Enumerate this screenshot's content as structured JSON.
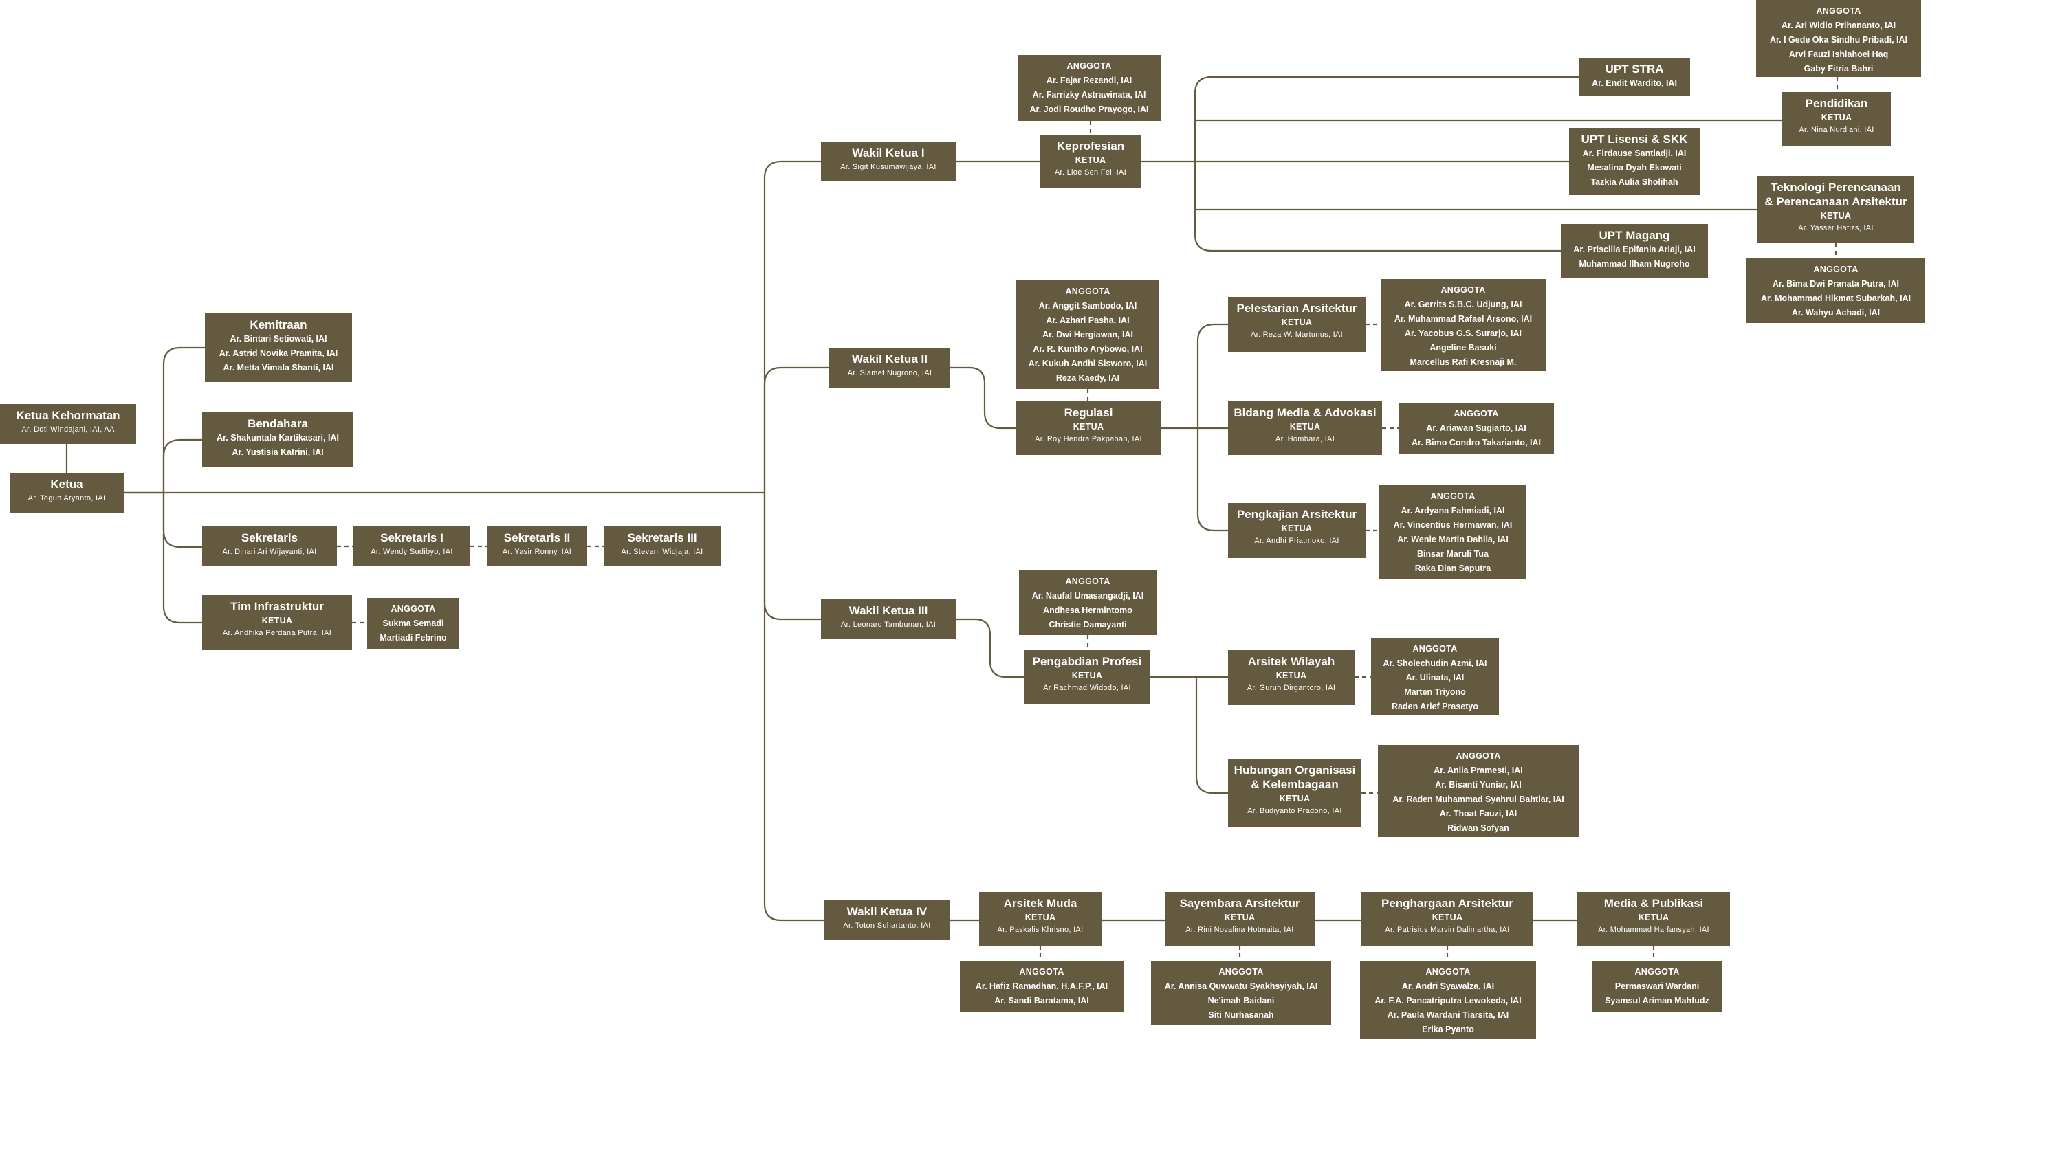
{
  "colors": {
    "box": "#645a3f",
    "line": "#645a3f",
    "text": "#ffffff",
    "background": "#ffffff"
  },
  "labels": {
    "ketua": "KETUA",
    "anggota": "ANGGOTA"
  },
  "units": {
    "ketua_kehormatan": {
      "title": "Ketua Kehormatan",
      "name": "Ar. Doti Windajani, IAI, AA"
    },
    "ketua": {
      "title": "Ketua",
      "name": "Ar. Teguh Aryanto, IAI"
    },
    "kemitraan": {
      "title": "Kemitraan",
      "members": [
        "Ar. Bintari Setiowati, IAI",
        "Ar. Astrid Novika Pramita, IAI",
        "Ar. Metta Vimala Shanti, IAI"
      ]
    },
    "bendahara": {
      "title": "Bendahara",
      "members": [
        "Ar. Shakuntala Kartikasari, IAI",
        "Ar. Yustisia Katrini, IAI"
      ]
    },
    "sekretaris": {
      "title": "Sekretaris",
      "name": "Ar. Dinari Ari Wijayanti, IAI"
    },
    "sekretaris_1": {
      "title": "Sekretaris I",
      "name": "Ar. Wendy Sudibyo, IAI"
    },
    "sekretaris_2": {
      "title": "Sekretaris II",
      "name": "Ar. Yasir Ronny, IAI"
    },
    "sekretaris_3": {
      "title": "Sekretaris III",
      "name": "Ar. Stevani Widjaja, IAI"
    },
    "tim_infrastruktur": {
      "title": "Tim Infrastruktur",
      "name": "Ar. Andhika Perdana Putra, IAI"
    },
    "tim_infrastruktur_anggota": {
      "members": [
        "Sukma Semadi",
        "Martiadi Febrino"
      ]
    },
    "wakil_ketua_1": {
      "title": "Wakil Ketua I",
      "name": "Ar. Sigit Kusumawijaya, IAI"
    },
    "wakil_ketua_2": {
      "title": "Wakil Ketua II",
      "name": "Ar. Slamet Nugrono, IAI"
    },
    "wakil_ketua_3": {
      "title": "Wakil Ketua III",
      "name": "Ar. Leonard Tambunan, IAI"
    },
    "wakil_ketua_4": {
      "title": "Wakil Ketua IV",
      "name": "Ar. Toton Suhartanto, IAI"
    },
    "keprofesian": {
      "title": "Keprofesian",
      "name": "Ar. Lioe Sen Fei, IAI"
    },
    "keprofesian_anggota": {
      "members": [
        "Ar. Fajar Rezandi, IAI",
        "Ar. Farrizky Astrawinata, IAI",
        "Ar. Jodi Roudho Prayogo, IAI"
      ]
    },
    "upt_stra": {
      "title": "UPT STRA",
      "members": [
        "Ar. Endit Wardito, IAI"
      ]
    },
    "upt_lisensi": {
      "title": "UPT Lisensi & SKK",
      "members": [
        "Ar. Firdause Santiadji, IAI",
        "Mesalina Dyah Ekowati",
        "Tazkia Aulia Sholihah"
      ]
    },
    "upt_magang": {
      "title": "UPT Magang",
      "members": [
        "Ar. Priscilla Epifania Ariaji, IAI",
        "Muhammad Ilham Nugroho"
      ]
    },
    "pendidikan_anggota": {
      "members": [
        "Ar. Ari Widio Prihananto, IAI",
        "Ar. I Gede Oka Sindhu Pribadi, IAI",
        "Arvi Fauzi Ishlahoel Haq",
        "Gaby Fitria Bahri"
      ]
    },
    "pendidikan": {
      "title": "Pendidikan",
      "name": "Ar. Nina Nurdiani, IAI"
    },
    "teknologi": {
      "title": "Teknologi Perencanaan\n& Perencanaan Arsitektur",
      "name": "Ar. Yasser Hafizs, IAI"
    },
    "teknologi_anggota": {
      "members": [
        "Ar. Bima Dwi Pranata Putra, IAI",
        "Ar. Mohammad Hikmat Subarkah, IAI",
        "Ar. Wahyu Achadi, IAI"
      ]
    },
    "regulasi_anggota": {
      "members": [
        "Ar. Anggit Sambodo, IAI",
        "Ar. Azhari Pasha, IAI",
        "Ar. Dwi Hergiawan, IAI",
        "Ar. R. Kuntho Arybowo, IAI",
        "Ar. Kukuh Andhi Sisworo, IAI",
        "Reza Kaedy, IAI"
      ]
    },
    "regulasi": {
      "title": "Regulasi",
      "name": "Ar. Roy Hendra Pakpahan, IAI"
    },
    "pelestarian": {
      "title": "Pelestarian Arsitektur",
      "name": "Ar. Reza W. Martunus, IAI"
    },
    "pelestarian_anggota": {
      "members": [
        "Ar. Gerrits S.B.C. Udjung, IAI",
        "Ar. Muhammad Rafael Arsono, IAI",
        "Ar. Yacobus G.S. Surarjo, IAI",
        "Angeline Basuki",
        "Marcellus Rafi Kresnaji M."
      ]
    },
    "media_advokasi": {
      "title": "Bidang Media & Advokasi",
      "name": "Ar. Hombara, IAI"
    },
    "media_advokasi_anggota": {
      "members": [
        "Ar. Ariawan Sugiarto, IAI",
        "Ar. Bimo Condro Takarianto, IAI"
      ]
    },
    "pengkajian": {
      "title": "Pengkajian Arsitektur",
      "name": "Ar. Andhi Priatmoko, IAI"
    },
    "pengkajian_anggota": {
      "members": [
        "Ar. Ardyana Fahmiadi, IAI",
        "Ar. Vincentius Hermawan, IAI",
        "Ar. Wenie Martin Dahlia, IAI",
        "Binsar Maruli Tua",
        "Raka Dian Saputra"
      ]
    },
    "pengabdian_anggota": {
      "members": [
        "Ar. Naufal Umasangadji, IAI",
        "Andhesa Hermintomo",
        "Christie Damayanti"
      ]
    },
    "pengabdian": {
      "title": "Pengabdian Profesi",
      "name": "Ar Rachmad Widodo, IAI"
    },
    "arsitek_wilayah": {
      "title": "Arsitek Wilayah",
      "name": "Ar. Guruh Dirgantoro, IAI"
    },
    "arsitek_wilayah_anggota": {
      "members": [
        "Ar. Sholechudin Azmi, IAI",
        "Ar. Ulinata, IAI",
        "Marten Triyono",
        "Raden Arief Prasetyo"
      ]
    },
    "hubungan": {
      "title": "Hubungan Organisasi\n& Kelembagaan",
      "name": "Ar. Budiyanto Pradono, IAI"
    },
    "hubungan_anggota": {
      "members": [
        "Ar. Anila Pramesti, IAI",
        "Ar. Bisanti Yuniar, IAI",
        "Ar. Raden Muhammad Syahrul Bahtiar, IAI",
        "Ar. Thoat Fauzi, IAI",
        "Ridwan Sofyan"
      ]
    },
    "arsitek_muda": {
      "title": "Arsitek Muda",
      "name": "Ar. Paskalis Khrisno, IAI"
    },
    "arsitek_muda_anggota": {
      "members": [
        "Ar. Hafiz Ramadhan, H.A.F.P., IAI",
        "Ar. Sandi Baratama, IAI"
      ]
    },
    "sayembara": {
      "title": "Sayembara Arsitektur",
      "name": "Ar. Rini Novalina Hotmaita, IAI"
    },
    "sayembara_anggota": {
      "members": [
        "Ar. Annisa Quwwatu Syakhsyiyah, IAI",
        "Ne'imah Baidani",
        "Siti Nurhasanah"
      ]
    },
    "penghargaan": {
      "title": "Penghargaan Arsitektur",
      "name": "Ar. Patrisius Marvin Dalimartha, IAI"
    },
    "penghargaan_anggota": {
      "members": [
        "Ar. Andri Syawalza, IAI",
        "Ar. F.A. Pancatriputra Lewokeda, IAI",
        "Ar. Paula Wardani Tiarsita, IAI",
        "Erika Pyanto"
      ]
    },
    "media_publikasi": {
      "title": "Media & Publikasi",
      "name": "Ar. Mohammad Harfansyah, IAI"
    },
    "media_publikasi_anggota": {
      "members": [
        "Permaswari Wardani",
        "Syamsul Ariman Mahfudz"
      ]
    }
  }
}
